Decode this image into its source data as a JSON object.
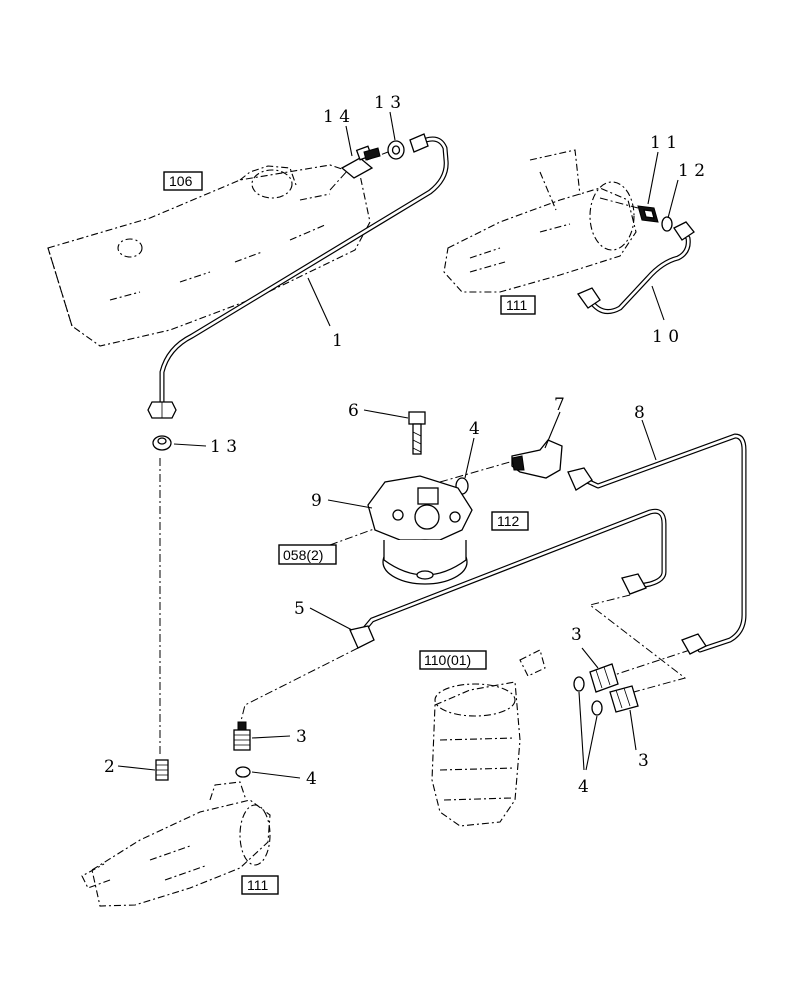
{
  "callouts": {
    "c14": "1 4",
    "c13_top": "1 3",
    "c11": "1 1",
    "c12": "1 2",
    "c1": "1",
    "c10": "1 0",
    "c6": "6",
    "c7": "7",
    "c8": "8",
    "c4_top": "4",
    "c9": "9",
    "c13_mid": "1 3",
    "c5": "5",
    "c3_left": "3",
    "c4_left": "4",
    "c2": "2",
    "c3_right_top": "3",
    "c3_right_bottom": "3",
    "c4_right": "4"
  },
  "refs": {
    "r106": "106",
    "r111_top": "111",
    "r112": "112",
    "r058": "058(2)",
    "r110": "110(01)",
    "r111_bottom": "111"
  }
}
